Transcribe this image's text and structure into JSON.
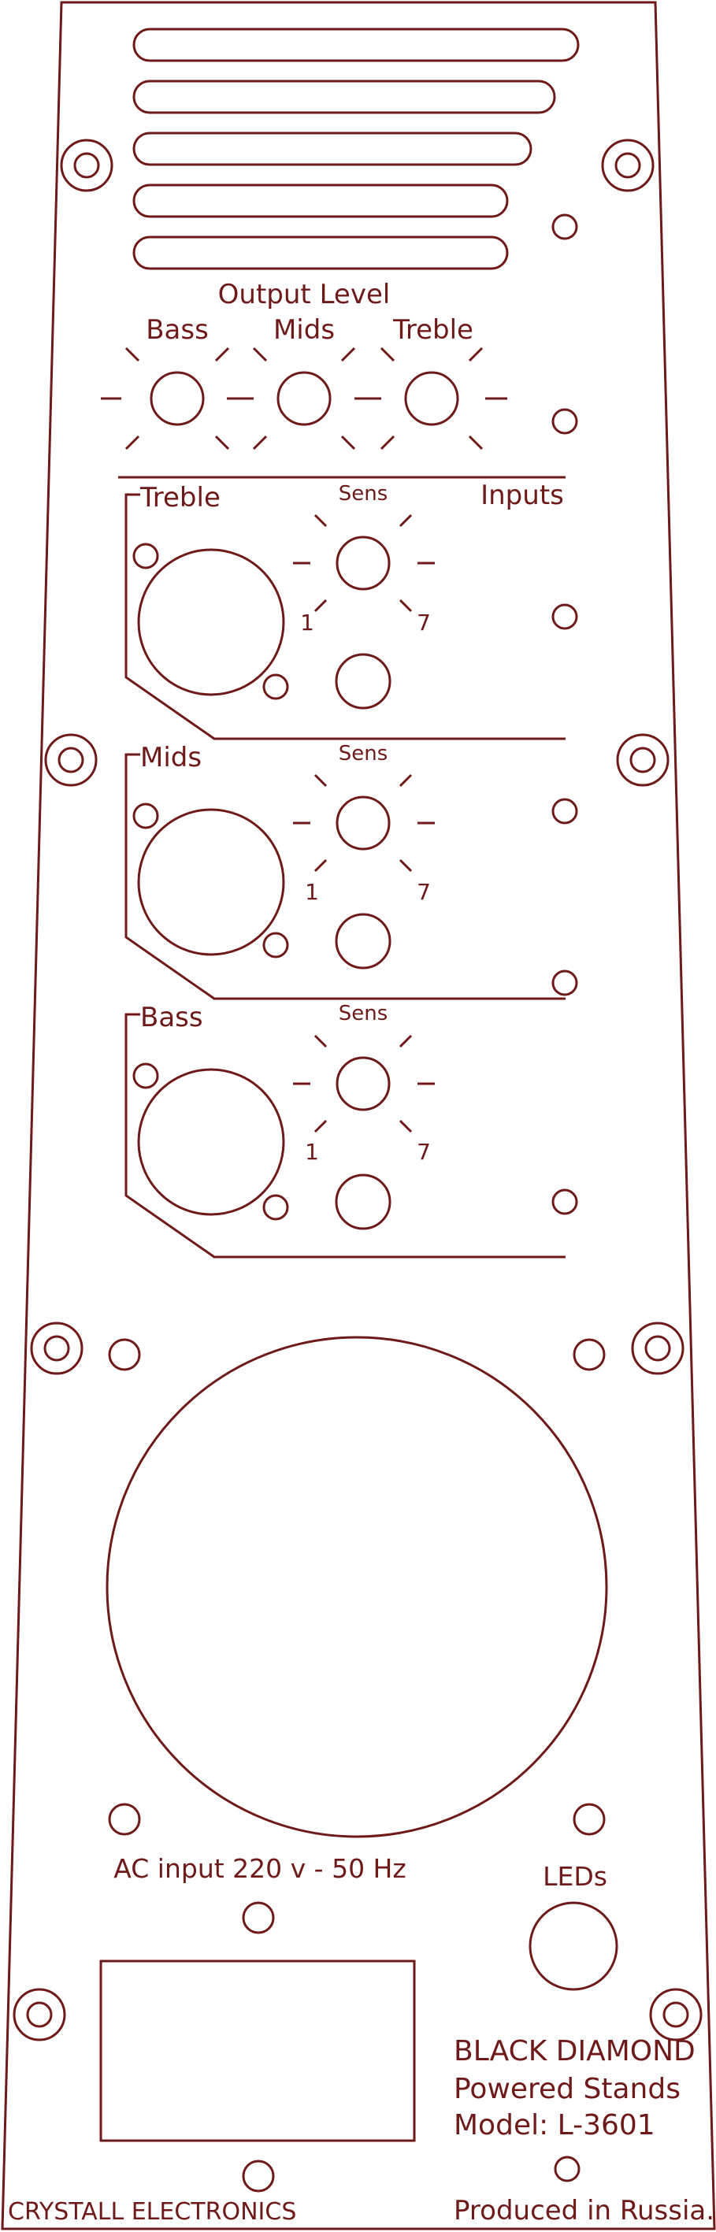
{
  "colors": {
    "line": "#6e1a1a",
    "background": "#ffffff"
  },
  "output_section": {
    "title": "Output Level",
    "knob_labels": [
      "Bass",
      "Mids",
      "Treble"
    ]
  },
  "inputs_section": {
    "title": "Inputs",
    "channels": [
      {
        "label": "Treble",
        "sens_label": "Sens",
        "scale_min": "1",
        "scale_max": "7"
      },
      {
        "label": "Mids",
        "sens_label": "Sens",
        "scale_min": "1",
        "scale_max": "7"
      },
      {
        "label": "Bass",
        "sens_label": "Sens",
        "scale_min": "1",
        "scale_max": "7"
      }
    ]
  },
  "power": {
    "ac_input_label": "AC input 220 v - 50 Hz"
  },
  "leds_label": "LEDs",
  "product": {
    "name": "BLACK DIAMOND",
    "line": "Powered Stands",
    "model": "Model: L-3601"
  },
  "footer": {
    "manufacturer": "CRYSTALL ELECTRONICS",
    "origin": "Produced in Russia."
  }
}
